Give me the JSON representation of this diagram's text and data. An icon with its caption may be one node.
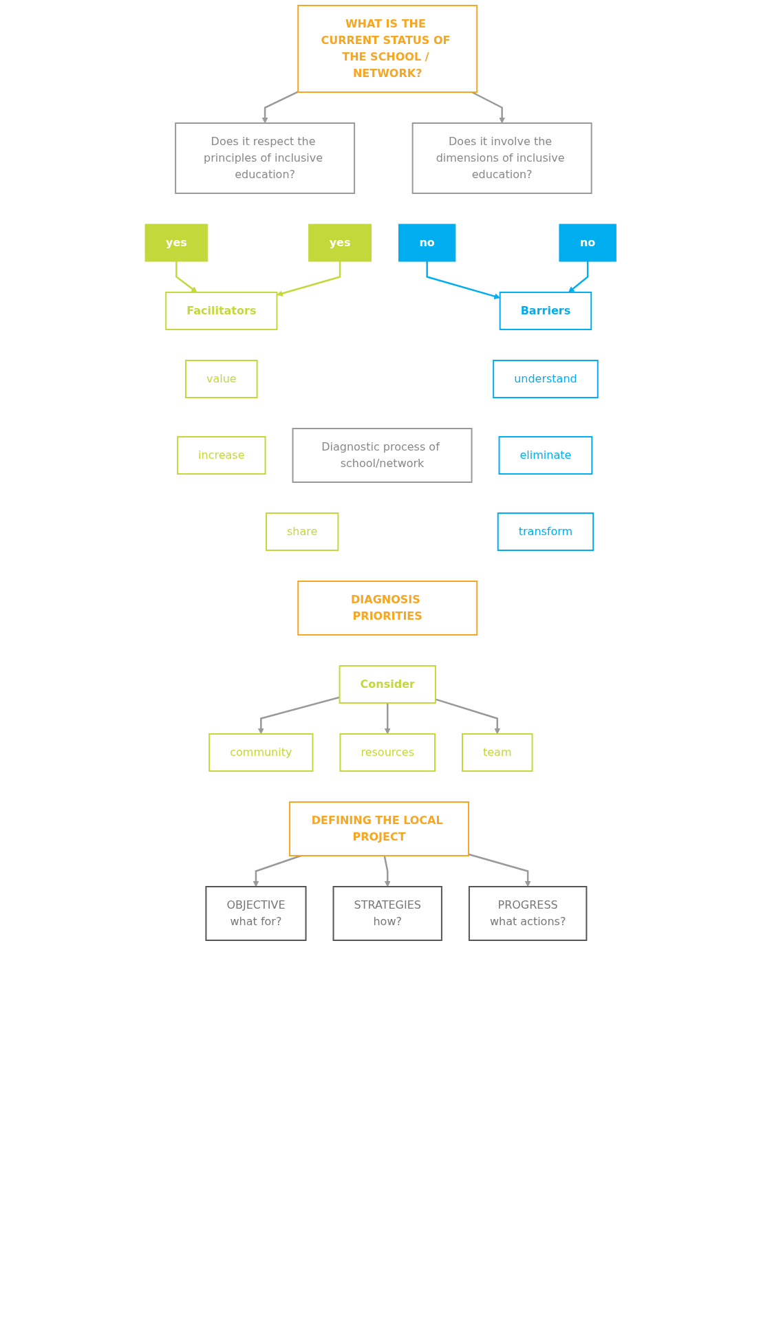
{
  "diagram": {
    "nodes": [
      {
        "text": [
          "WHAT IS THE CURRENT STATUS OF THE SCHOOL / NETWORK?"
        ]
      },
      {
        "text": [
          "Does it respect the principles of inclusive education?"
        ]
      },
      {
        "text": [
          "Does it involve the dimensions of inclusive education?"
        ]
      },
      {
        "text": [
          "yes"
        ]
      },
      {
        "text": [
          "no"
        ]
      },
      {
        "text": [
          "yes"
        ]
      },
      {
        "text": [
          "no"
        ]
      },
      {
        "text": [
          "Facilitators"
        ]
      },
      {
        "text": [
          "value"
        ]
      },
      {
        "text": [
          "increase"
        ]
      },
      {
        "text": [
          "share"
        ]
      },
      {
        "text": [
          "Barriers"
        ]
      },
      {
        "text": [
          "understand"
        ]
      },
      {
        "text": [
          "eliminate"
        ]
      },
      {
        "text": [
          "transform"
        ]
      },
      {
        "text": [
          "Diagnostic process of school/network"
        ]
      },
      {
        "text": [
          "DIAGNOSIS PRIORITIES"
        ]
      },
      {
        "text": [
          "Consider"
        ]
      },
      {
        "text": [
          "community"
        ]
      },
      {
        "text": [
          "resources"
        ]
      },
      {
        "text": [
          "team"
        ]
      },
      {
        "text": [
          "DEFINING THE LOCAL PROJECT"
        ]
      },
      {
        "text": [
          "OBJECTIVE",
          "what for?"
        ]
      },
      {
        "text": [
          "STRATEGIES",
          "how?"
        ]
      },
      {
        "text": [
          "PROGRESS",
          "what actions?"
        ]
      }
    ],
    "edges": [
      {
        "from": 0,
        "to": 1,
        "arrow": "to"
      },
      {
        "from": 0,
        "to": 2,
        "arrow": "to"
      },
      {
        "from": 3,
        "to": 7,
        "arrow": "to",
        "color": "#c3d83b"
      },
      {
        "from": 4,
        "to": 11,
        "arrow": "to",
        "color": "#00aeef"
      },
      {
        "from": 5,
        "to": 7,
        "arrow": "to",
        "color": "#c3d83b"
      },
      {
        "from": 6,
        "to": 11,
        "arrow": "to",
        "color": "#00aeef"
      },
      {
        "from": 17,
        "to": 18,
        "arrow": "to"
      },
      {
        "from": 17,
        "to": 19,
        "arrow": "to"
      },
      {
        "from": 17,
        "to": 20,
        "arrow": "to"
      },
      {
        "from": 21,
        "to": 22,
        "arrow": "to"
      },
      {
        "from": 21,
        "to": 23,
        "arrow": "to"
      },
      {
        "from": 21,
        "to": 24,
        "arrow": "to"
      }
    ]
  }
}
